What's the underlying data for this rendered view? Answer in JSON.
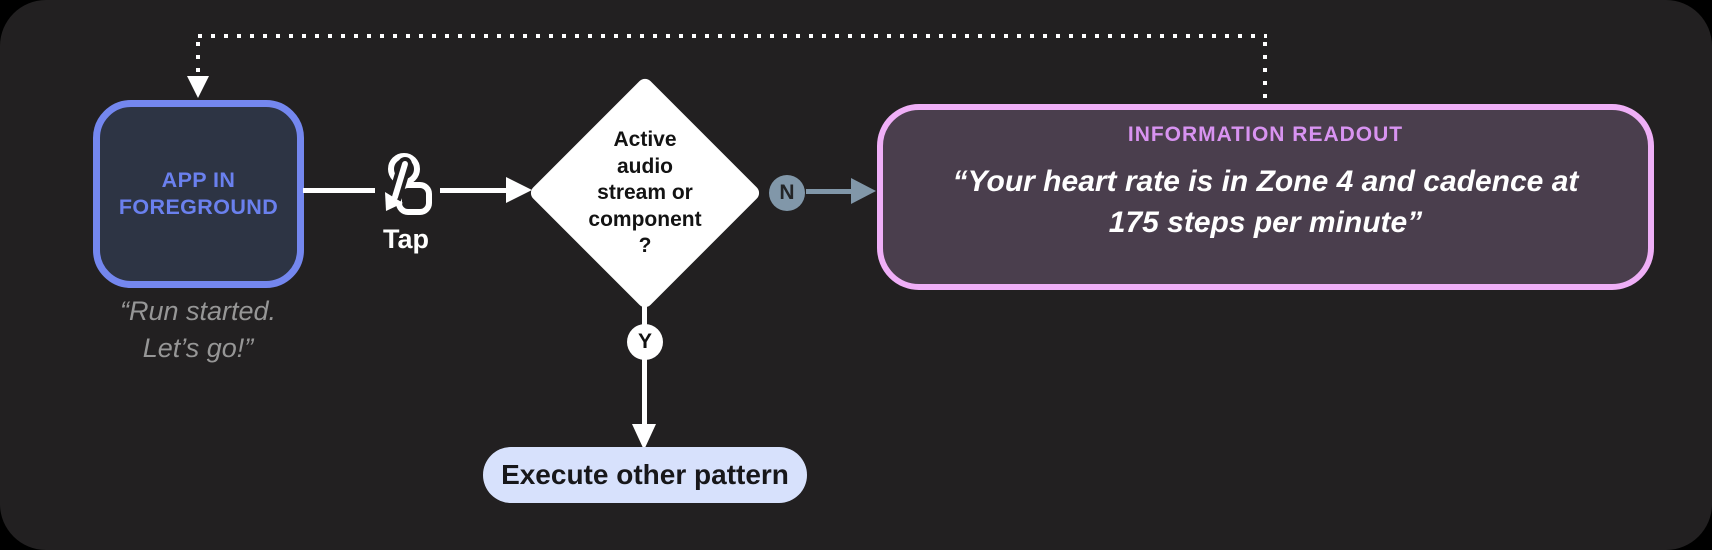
{
  "colors": {
    "page_bg": "#000000",
    "canvas_bg": "#222021",
    "white": "#ffffff",
    "app_node_fill": "#2d3444",
    "app_node_border": "#7487ef",
    "app_node_text": "#6a80ee",
    "muted_quote": "#969696",
    "diamond_fill": "#ffffff",
    "diamond_text": "#131313",
    "n_badge": "#8197a9",
    "badge_text": "#232527",
    "readout_fill": "#4a3e4d",
    "readout_border": "#efaff7",
    "readout_title": "#d893f1",
    "pill_fill": "#d7e1fc",
    "pill_text": "#17171a"
  },
  "nodes": {
    "app": {
      "label": "APP IN\nFOREGROUND",
      "quote": "“Run started.\nLet’s go!”"
    },
    "tap": {
      "label": "Tap",
      "icon": "tap-gesture-icon"
    },
    "decision": {
      "label": "Active\naudio\nstream or\ncomponent\n?"
    },
    "no_branch": {
      "badge": "N"
    },
    "yes_branch": {
      "badge": "Y"
    },
    "readout": {
      "title": "INFORMATION READOUT",
      "quote": "“Your heart rate is in Zone 4 and cadence at\n175 steps per minute”"
    },
    "execute": {
      "label": "Execute other pattern"
    }
  }
}
